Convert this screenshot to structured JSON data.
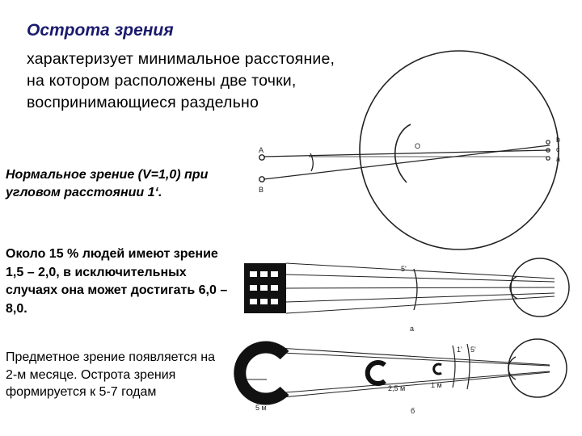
{
  "heading": {
    "title": "Острота зрения",
    "description": "характеризует минимальное расстояние, на котором расположены две точки, воспринимающиеся раздельно"
  },
  "notes": {
    "normal_vision": "Нормальное зрение (V=1,0)  при угловом расстоянии 1‘.",
    "percent_vision": "Около 15 % людей имеют зрение 1,5 – 2,0, в исключительных случаях она может достигать 6,0  – 8,0.",
    "objective_vision": "Предметное зрение появляется на 2-м месяце. Острота зрения формируется к 5-7 годам"
  },
  "diagram_eye": {
    "point_a": "A",
    "point_b": "B",
    "center": "O",
    "retina_b": "b",
    "retina_c": "c",
    "retina_a": "a"
  },
  "diagram_chart": {
    "angle_label": "5'",
    "caption": "a"
  },
  "diagram_rings": {
    "dist_5": "5 м",
    "dist_25": "2,5 м",
    "dist_1": "1 м",
    "angle_1": "1'",
    "angle_5": "5'",
    "caption": "б"
  },
  "colors": {
    "title": "#1a1a6e",
    "text": "#000000",
    "lines": "#222222"
  }
}
